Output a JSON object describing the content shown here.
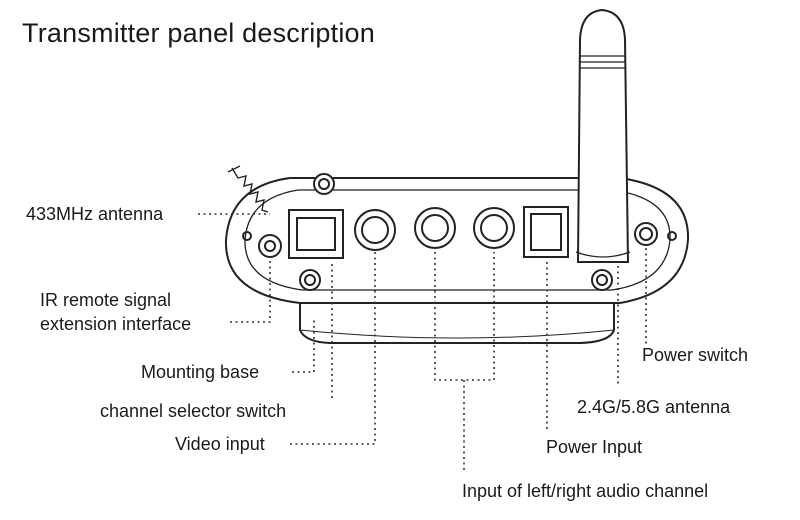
{
  "title": "Transmitter panel description",
  "labels": {
    "antenna_433": "433MHz antenna",
    "ir_line1": "IR remote signal",
    "ir_line2": "extension interface",
    "mounting_base": "Mounting base",
    "channel_selector": "channel selector switch",
    "video_input": "Video input",
    "power_switch": "Power switch",
    "antenna_24_58": "2.4G/5.8G antenna",
    "power_input": "Power Input",
    "audio_input": "Input of left/right audio channel"
  }
}
